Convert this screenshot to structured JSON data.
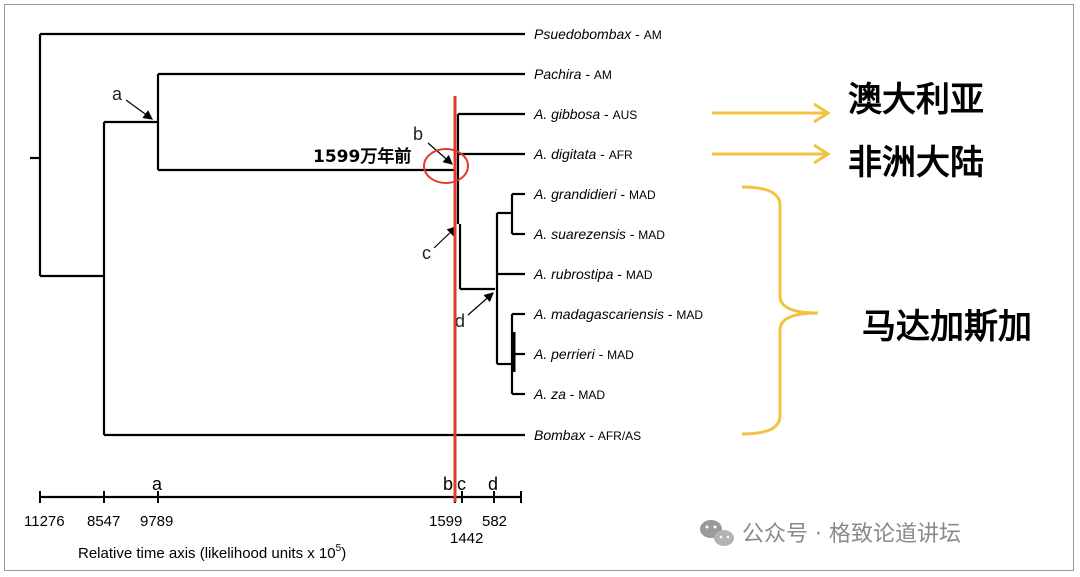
{
  "taxa": [
    {
      "species": "Psuedobombax",
      "region": "AM"
    },
    {
      "species": "Pachira",
      "region": "AM"
    },
    {
      "species": "A. gibbosa",
      "region": "AUS"
    },
    {
      "species": "A. digitata",
      "region": "AFR"
    },
    {
      "species": "A. grandidieri",
      "region": "MAD"
    },
    {
      "species": "A. suarezensis",
      "region": "MAD"
    },
    {
      "species": "A. rubrostipa",
      "region": "MAD"
    },
    {
      "species": "A. madagascariensis",
      "region": "MAD"
    },
    {
      "species": "A. perrieri",
      "region": "MAD"
    },
    {
      "species": "A. za",
      "region": "MAD"
    },
    {
      "species": "Bombax",
      "region": "AFR/AS"
    }
  ],
  "taxon_separator": " - ",
  "node_labels": {
    "a": "a",
    "b": "b",
    "c": "c",
    "d": "d"
  },
  "axis": {
    "tick_values": [
      "11276",
      "8547",
      "9789",
      "1599",
      "1442",
      "582"
    ],
    "node_markers": [
      "a",
      "b",
      "c",
      "d"
    ],
    "title": "Relative time axis (likelihood units x 10",
    "title_exponent": "5",
    "title_close": ")"
  },
  "annotations": {
    "divergence_label": "1599万年前",
    "australia": "澳大利亚",
    "africa": "非洲大陆",
    "madagascar": "马达加斯加",
    "marker_line_color": "#e23a2e",
    "arrow_color": "#f2c242"
  },
  "watermark": {
    "icon": "wechat-icon",
    "text": "公众号 · 格致论道讲坛"
  }
}
